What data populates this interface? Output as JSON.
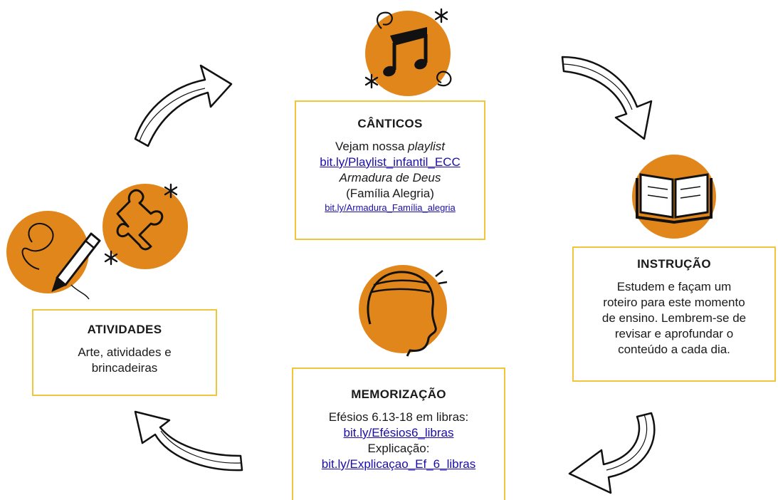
{
  "colors": {
    "accent_orange": "#e1861b",
    "box_border": "#f3c53a",
    "link": "#1a0dab",
    "ink": "#1a1a1a"
  },
  "canticos": {
    "title": "CÂNTICOS",
    "line1_prefix": "Vejam nossa ",
    "line1_italic": "playlist",
    "link1": "bit.ly/Playlist_infantil_ECC",
    "line2_italic": "Armadura de Deus",
    "line3": "(Família Alegria)",
    "link2": "bit.ly/Armadura_Família_alegria",
    "icon": "music-note-icon"
  },
  "instrucao": {
    "title": "INSTRUÇÃO",
    "lines": [
      "Estudem e façam um",
      "roteiro para este momento",
      "de ensino. Lembrem-se de",
      "revisar e aprofundar o",
      "conteúdo a cada dia."
    ],
    "icon": "open-book-icon"
  },
  "memorizacao": {
    "title": "MEMORIZAÇÃO",
    "line1": "Efésios 6.13-18 em libras:",
    "link1": "bit.ly/Efésios6_libras",
    "line2": "Explicação:",
    "link2": "bit.ly/Explicaçao_Ef_6_libras",
    "icon": "head-thinking-icon"
  },
  "atividades": {
    "title": "ATIVIDADES",
    "lines": [
      "Arte, atividades e",
      "brincadeiras"
    ],
    "icons": [
      "puzzle-piece-icon",
      "pencil-icon"
    ]
  }
}
